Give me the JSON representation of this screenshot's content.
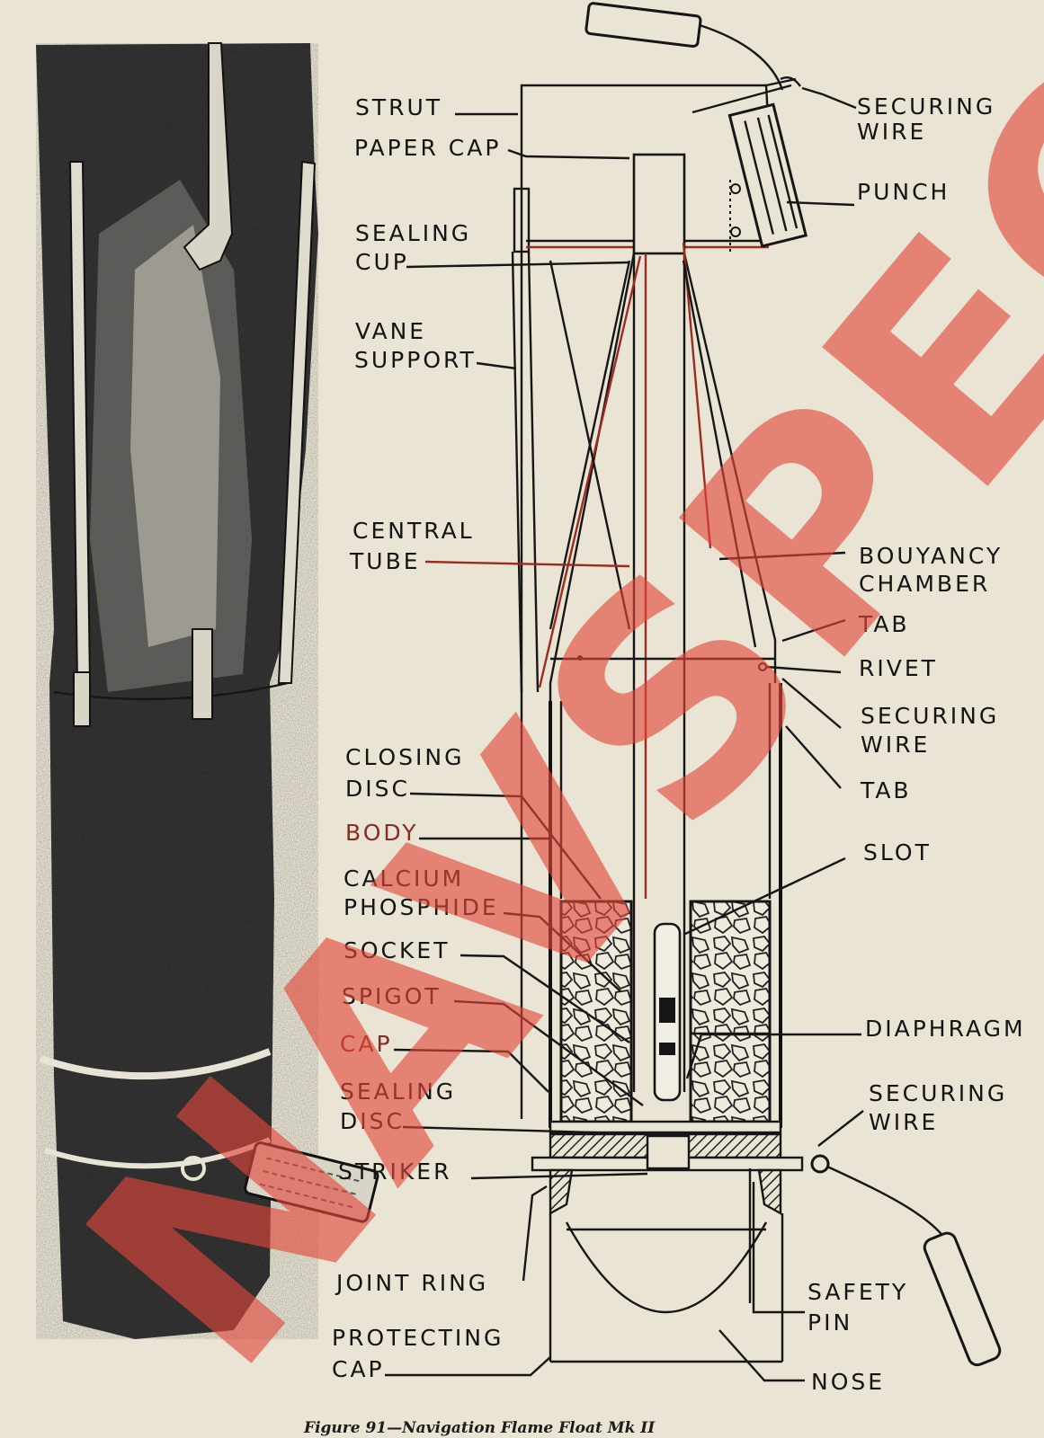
{
  "figure": {
    "caption": "Figure 91—Navigation Flame Float Mk II"
  },
  "labels": {
    "strut": "STRUT",
    "paper_cap": "PAPER CAP",
    "sealing_cup_1": "SEALING",
    "sealing_cup_2": "CUP",
    "vane_support_1": "VANE",
    "vane_support_2": "SUPPORT",
    "central_tube_1": "CENTRAL",
    "central_tube_2": "TUBE",
    "closing_disc_1": "CLOSING",
    "closing_disc_2": "DISC",
    "body": "BODY",
    "calcium_phosphide_1": "CALCIUM",
    "calcium_phosphide_2": "PHOSPHIDE",
    "socket": "SOCKET",
    "spigot": "SPIGOT",
    "cap": "CAP",
    "sealing_disc_1": "SEALING",
    "sealing_disc_2": "DISC",
    "striker": "STRIKER",
    "joint_ring": "JOINT RING",
    "protecting_cap_1": "PROTECTING",
    "protecting_cap_2": "CAP",
    "securing_wire_top_1": "SECURING",
    "securing_wire_top_2": "WIRE",
    "punch": "PUNCH",
    "bouyancy_chamber_1": "BOUYANCY",
    "bouyancy_chamber_2": "CHAMBER",
    "tab_upper": "TAB",
    "rivet": "RIVET",
    "securing_wire_mid_1": "SECURING",
    "securing_wire_mid_2": "WIRE",
    "tab_lower": "TAB",
    "slot": "SLOT",
    "diaphragm": "DIAPHRAGM",
    "securing_wire_low_1": "SECURING",
    "securing_wire_low_2": "WIRE",
    "safety_pin_1": "SAFETY",
    "safety_pin_2": "PIN",
    "nose": "NOSE"
  },
  "watermark": {
    "text": "NAVSPEC",
    "color": "#e2473a"
  },
  "colors": {
    "paper": "#e9e4d3",
    "ink": "#141414",
    "watermark": "#e2473a"
  }
}
